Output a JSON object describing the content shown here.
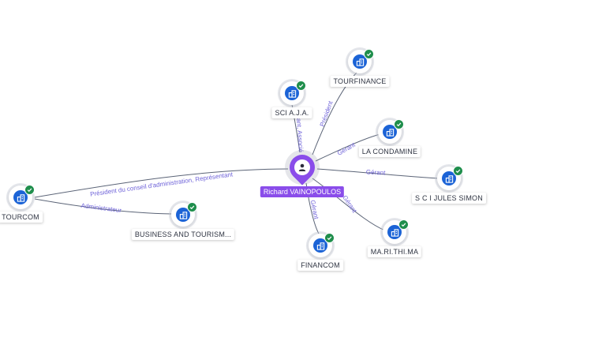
{
  "colors": {
    "person": "#8a4dea",
    "company_icon": "#1b63d6",
    "verified_badge": "#1f8e4c",
    "edge": "#5b6477",
    "edge_label": "#6f63d9"
  },
  "person": {
    "name": "Richard VAINOPOULOS",
    "icon": "user-icon"
  },
  "companies": [
    {
      "id": "sci_aja",
      "name": "SCI A.J.A.",
      "icon": "company-building-icon",
      "verified": true
    },
    {
      "id": "tourfinance",
      "name": "TOURFINANCE",
      "icon": "company-building-icon",
      "verified": true
    },
    {
      "id": "la_condamine",
      "name": "LA CONDAMINE",
      "icon": "company-building-icon",
      "verified": true
    },
    {
      "id": "sci_jules_simon",
      "name": "S C I JULES SIMON",
      "icon": "company-building-icon",
      "verified": true
    },
    {
      "id": "marithima",
      "name": "MA.RI.THI.MA",
      "icon": "company-building-icon",
      "verified": true
    },
    {
      "id": "financom",
      "name": "FINANCOM",
      "icon": "company-building-icon",
      "verified": true
    },
    {
      "id": "business_tourism",
      "name": "BUSINESS AND TOURISM...",
      "icon": "company-building-icon",
      "verified": true
    },
    {
      "id": "tourcom",
      "name": "TOURCOM",
      "icon": "company-building-icon",
      "verified": true
    }
  ],
  "relations": [
    {
      "target": "sci_aja",
      "label": "Gérant, Associé"
    },
    {
      "target": "tourfinance",
      "label": "Président"
    },
    {
      "target": "la_condamine",
      "label": "Gérant"
    },
    {
      "target": "sci_jules_simon",
      "label": "Gérant"
    },
    {
      "target": "marithima",
      "label": "Gérant"
    },
    {
      "target": "financom",
      "label": "Gérant"
    },
    {
      "target": "tourcom",
      "label": "Président du conseil d'administration, Représentant"
    },
    {
      "target": "business_tourism",
      "label": "Administrateur",
      "source": "tourcom"
    }
  ]
}
